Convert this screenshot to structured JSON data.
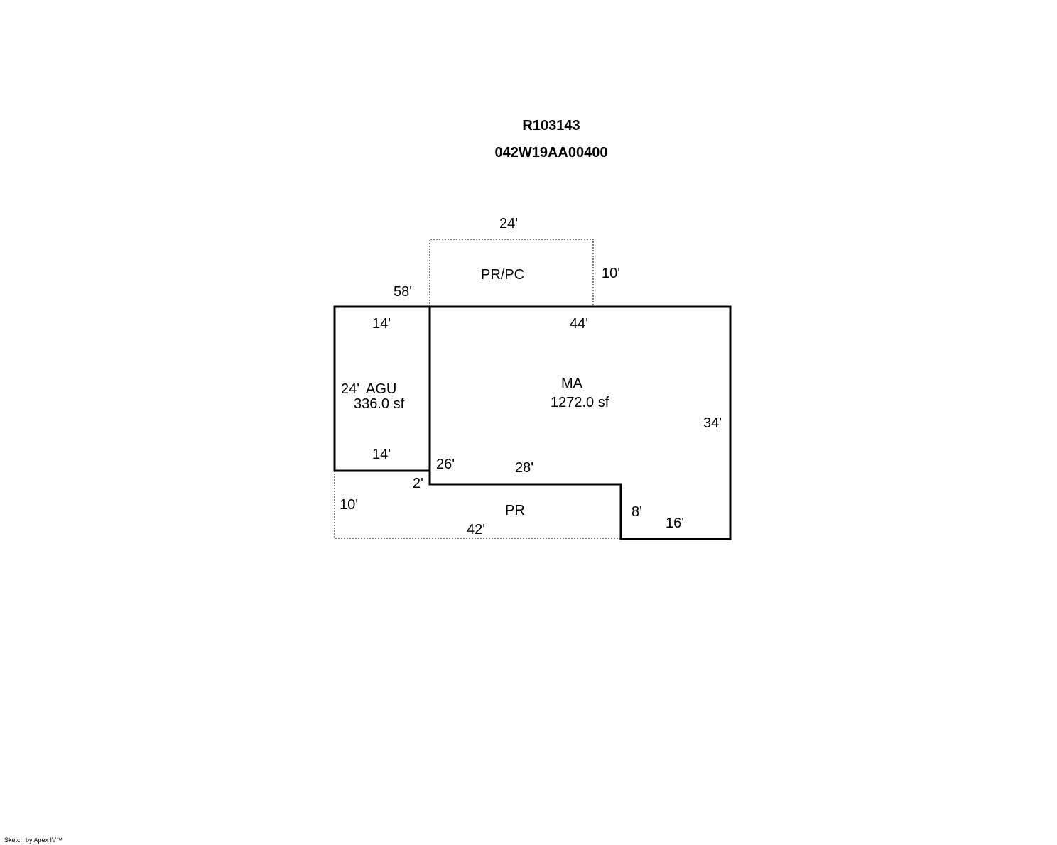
{
  "header": {
    "parcel_id": "R103143",
    "map_number": "042W19AA00400"
  },
  "areas": {
    "main": {
      "code": "MA",
      "area": "1272.0 sf"
    },
    "garage": {
      "code": "AGU",
      "area": "336.0 sf"
    },
    "porch_top": {
      "code": "PR/PC"
    },
    "porch_bottom": {
      "code": "PR"
    }
  },
  "dimensions": {
    "porch_top_width": "24'",
    "porch_top_depth": "10'",
    "overall_width": "58'",
    "garage_top": "14'",
    "main_top": "44'",
    "garage_side": "24'",
    "main_right": "34'",
    "garage_bottom": "14'",
    "main_left_lower": "26'",
    "main_notch_top": "28'",
    "step": "2'",
    "porch_bottom_depth": "10'",
    "porch_bottom_width": "42'",
    "notch_depth": "8'",
    "main_bottom": "16'"
  },
  "footer": {
    "credit": "Sketch by Apex IV™"
  },
  "colors": {
    "line": "#000000",
    "background": "#ffffff"
  }
}
